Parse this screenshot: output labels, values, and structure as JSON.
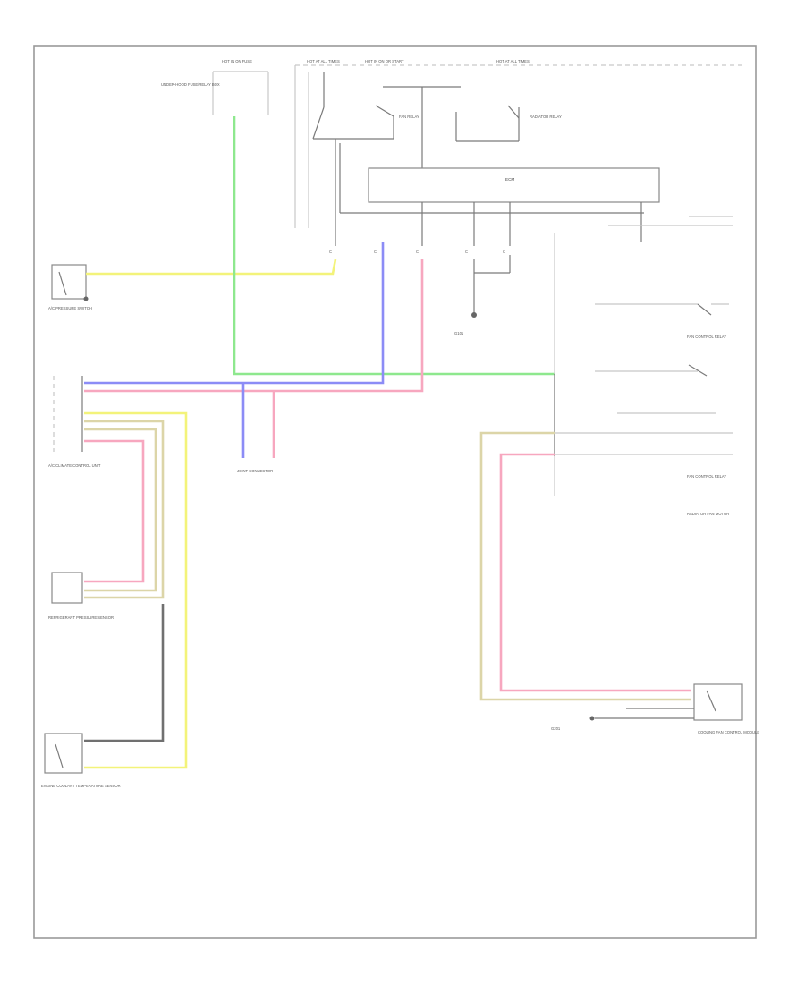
{
  "diagram": {
    "footer_code": "",
    "labels": {
      "fuse_top_left": "HOT IN ON FUSE",
      "fuse_top_mid1": "HOT AT ALL TIMES",
      "fuse_top_mid2": "HOT IN ON OR START",
      "fuse_top_right": "HOT AT ALL TIMES",
      "fuse_box_left": "UNDER-HOOD FUSE/RELAY BOX",
      "ecm": "ECM",
      "relay1": "FAN RELAY",
      "relay2": "RADIATOR RELAY",
      "ac_pressure_switch": "A/C PRESSURE SWITCH",
      "ecu_left": "A/C CLIMATE CONTROL UNIT",
      "pressure_sensor": "REFRIGERANT PRESSURE SENSOR",
      "ect_sensor": "ENGINE COOLANT TEMPERATURE SENSOR",
      "ground_mid": "G101",
      "connector_mid": "JOINT CONNECTOR",
      "right_relay1": "FAN CONTROL RELAY",
      "right_relay2": "FAN CONTROL RELAY",
      "right_unit": "RADIATOR FAN MOTOR",
      "right_bottom": "COOLING FAN CONTROL MODULE",
      "right_ground": "G201"
    },
    "wire_colors": {
      "yellow": "#f3f37a",
      "green": "#8ee88e",
      "blue": "#8c8cf6",
      "pink": "#f7a7bf",
      "tan": "#dcd5a8"
    }
  }
}
